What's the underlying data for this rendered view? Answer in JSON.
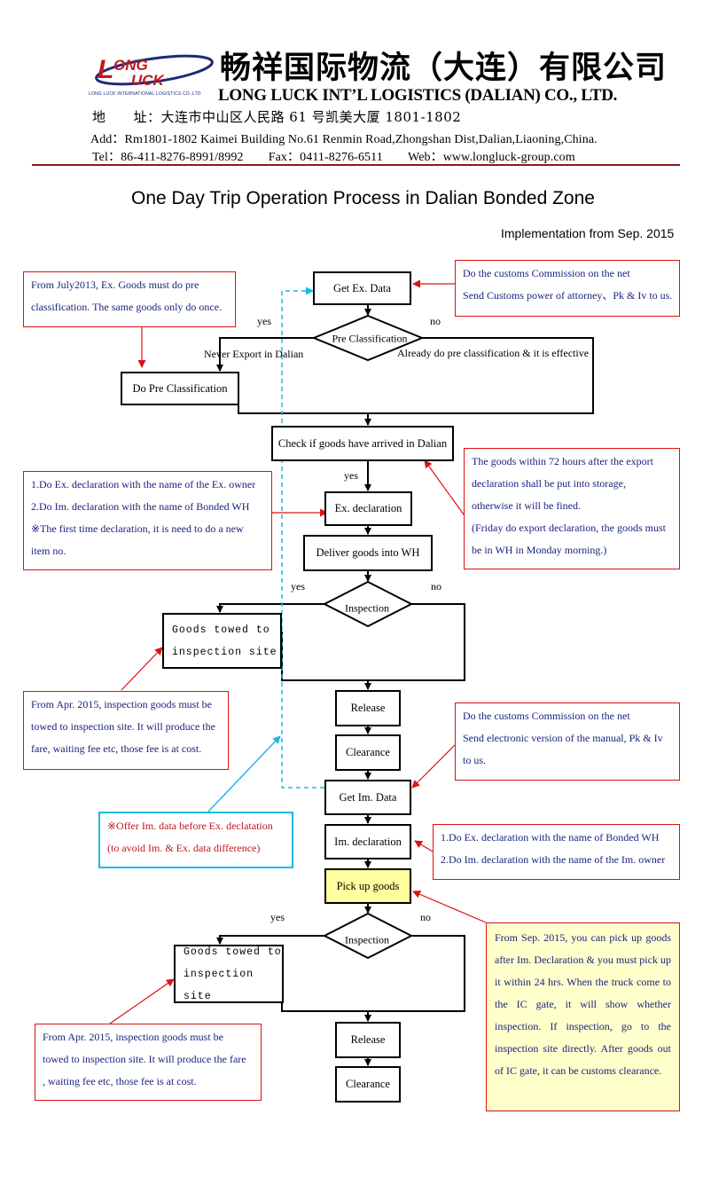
{
  "header": {
    "logo_text": "LONG LUCK",
    "logo_subtext": "LONG LUCK INTERNATIONAL LOGISTICS CO.,LTD",
    "company_cn": "畅祥国际物流（大连）有限公司",
    "company_en": "LONG LUCK INT’L LOGISTICS (DALIAN) CO., LTD.",
    "address_cn": "地　　址：大连市中山区人民路 61 号凯美大厦 1801-1802",
    "address_en": "Add：Rm1801-1802 Kaimei Building No.61 Renmin Road,Zhongshan Dist,Dalian,Liaoning,China.",
    "contact": "Tel：86-411-8276-8991/8992　　Fax：0411-8276-6511　　Web：www.longluck-group.com"
  },
  "title": "One Day Trip Operation Process in Dalian Bonded Zone",
  "implementation": "Implementation from Sep. 2015",
  "nodes": {
    "get_ex_data": "Get Ex. Data",
    "pre_classification": "Pre Classification",
    "do_pre_classification": "Do Pre Classification",
    "check_goods": "Check if goods have arrived in Dalian",
    "ex_declaration": "Ex. declaration",
    "deliver_goods": "Deliver goods into WH",
    "inspection_1": "Inspection",
    "goods_towed_1": "Goods towed to inspection site",
    "release_1": "Release",
    "clearance_1": "Clearance",
    "get_im_data": "Get Im. Data",
    "im_declaration": "Im. declaration",
    "pick_up_goods": "Pick up goods",
    "inspection_2": "Inspection",
    "goods_towed_2": "Goods towed to inspection site",
    "release_2": "Release",
    "clearance_2": "Clearance"
  },
  "labels": {
    "yes_1": "yes",
    "no_1": "no",
    "never_export": "Never Export in Dalian",
    "already_do": "Already do pre classification & it is effective",
    "yes_2": "yes",
    "yes_3": "yes",
    "no_3": "no",
    "yes_4": "yes",
    "no_4": "no"
  },
  "notes": {
    "pre_class": [
      "From July2013, Ex. Goods must do pre",
      "classification. The same goods only do once."
    ],
    "customs_1": [
      "Do the customs Commission on the net",
      "Send Customs power of attorney、Pk & Iv to us."
    ],
    "ex_decl": [
      "1.Do Ex. declaration with the name of the Ex. owner",
      "2.Do Im. declaration with the name of Bonded WH",
      "※The first time declaration, it is need to do a new",
      "item no."
    ],
    "storage": [
      "The goods within 72 hours after the export",
      "declaration shall be put into storage,",
      "otherwise it will be fined.",
      "(Friday do export declaration, the goods must",
      "be in WH in Monday morning.)"
    ],
    "towed_1": [
      "From Apr. 2015, inspection goods must be",
      "towed to inspection site. It will produce the",
      "fare, waiting fee etc, those fee is at cost."
    ],
    "customs_2": [
      "Do the customs Commission on the net",
      "Send electronic version of the manual, Pk & Iv",
      "to us."
    ],
    "offer_im": [
      "※Offer Im. data before Ex. declatation",
      "(to avoid Im. & Ex. data difference)"
    ],
    "im_decl": [
      "1.Do Ex. declaration with the name of Bonded WH",
      "2.Do Im. declaration with the name of the Im. owner"
    ],
    "pickup": "From Sep. 2015, you can pick up goods after Im. Declaration & you must pick up it within 24 hrs. When the truck come to the IC gate, it will show whether inspection. If inspection, go to the inspection site directly. After goods out of IC gate, it can be customs clearance.",
    "towed_2": [
      "From Apr. 2015, inspection goods must be",
      "towed to inspection site. It will produce the fare",
      ", waiting fee etc, those fee is at cost."
    ]
  },
  "colors": {
    "accent_line": "#8b1a1a",
    "note_border": "#dd1111",
    "note_text": "#1a237e",
    "highlight_border": "#1fb8e6",
    "highlight_text": "#c0181f",
    "pickup_fill": "#ffffa0"
  }
}
